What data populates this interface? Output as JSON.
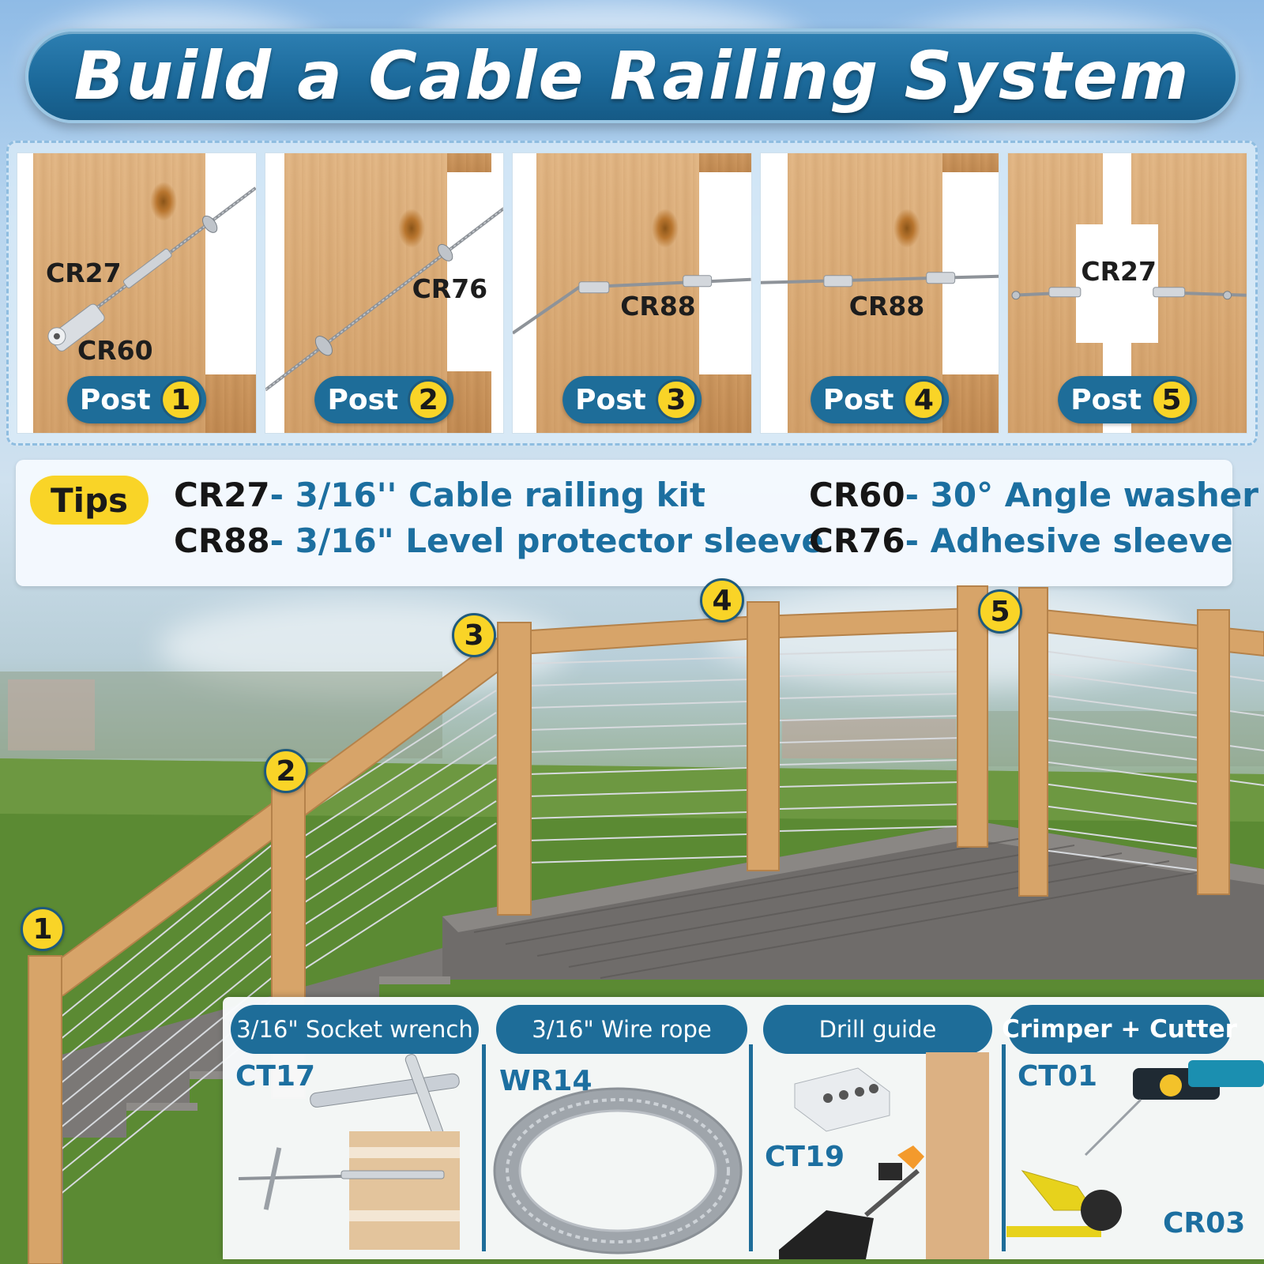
{
  "title": "Build a Cable Railing System",
  "posts": [
    {
      "label": "Post",
      "number": "1",
      "parts": [
        "CR27",
        "CR60"
      ]
    },
    {
      "label": "Post",
      "number": "2",
      "parts": [
        "CR76"
      ]
    },
    {
      "label": "Post",
      "number": "3",
      "parts": [
        "CR88"
      ]
    },
    {
      "label": "Post",
      "number": "4",
      "parts": [
        "CR88"
      ]
    },
    {
      "label": "Post",
      "number": "5",
      "parts": [
        "CR27"
      ]
    }
  ],
  "tips": {
    "badge": "Tips",
    "items": [
      {
        "code": "CR27",
        "desc": "- 3/16'' Cable railing kit"
      },
      {
        "code": "CR88",
        "desc": "- 3/16\" Level protector sleeve"
      },
      {
        "code": "CR60",
        "desc": "- 30° Angle washer"
      },
      {
        "code": "CR76",
        "desc": "- Adhesive sleeve"
      }
    ]
  },
  "scene_markers": [
    "1",
    "2",
    "3",
    "4",
    "5"
  ],
  "tools": [
    {
      "header": "3/16\" Socket wrench",
      "code": "CT17"
    },
    {
      "header": "3/16\" Wire rope",
      "code": "WR14"
    },
    {
      "header": "Drill guide",
      "code": "CT19"
    },
    {
      "header": "Crimper + Cutter",
      "code": "CT01",
      "code2": "CR03"
    }
  ],
  "colors": {
    "accent_blue": "#1e6d99",
    "badge_yellow": "#f9d427",
    "tip_desc_blue": "#1c6fa0",
    "wood": "#dcae7a"
  }
}
